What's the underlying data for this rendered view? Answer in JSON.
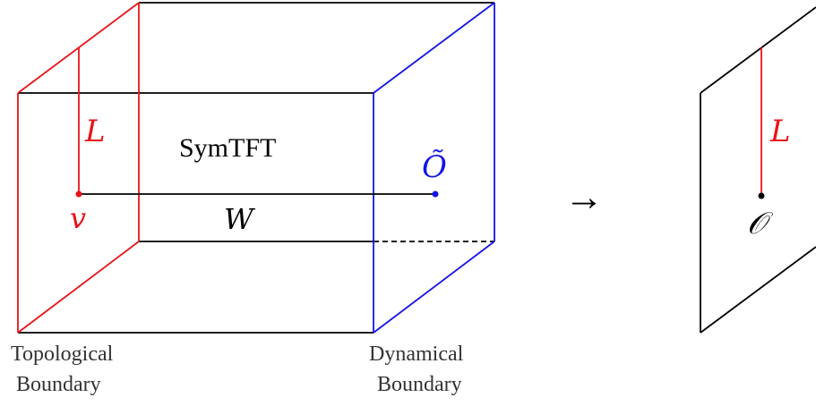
{
  "diagram": {
    "labels": {
      "line_L_left": "L",
      "symtft": "SymTFT",
      "operator_tilde": "Õ",
      "point_v": "v",
      "wire_W": "W",
      "arrow": "→",
      "line_L_right": "L",
      "operator": "𝒪",
      "topological_1": "Topological",
      "topological_2": "Boundary",
      "dynamical_1": "Dynamical",
      "dynamical_2": "Boundary"
    },
    "colors": {
      "black": "#000000",
      "red": "#e8141b",
      "blue": "#1414e6"
    }
  }
}
